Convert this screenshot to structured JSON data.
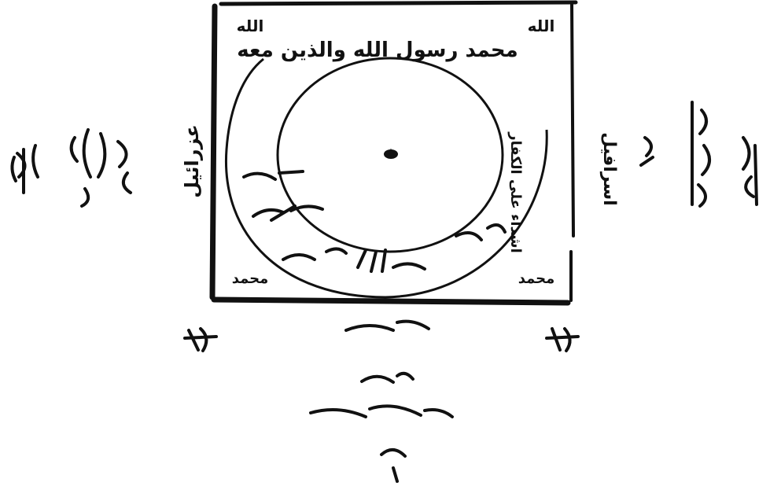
{
  "diagram": {
    "ink_color": "#111111",
    "paper_color": "#ffffff",
    "top_arc_text": "محمد رسول الله والذين معه",
    "corner_top_left": "الله",
    "corner_top_right": "الله",
    "corner_bottom_left": "محمد",
    "corner_bottom_right": "محمد",
    "center_mark": "٥",
    "left_side_label": "عزرائيل",
    "right_side_label": "اسرافيل",
    "right_inner_label": "اشداء على الكفار"
  }
}
